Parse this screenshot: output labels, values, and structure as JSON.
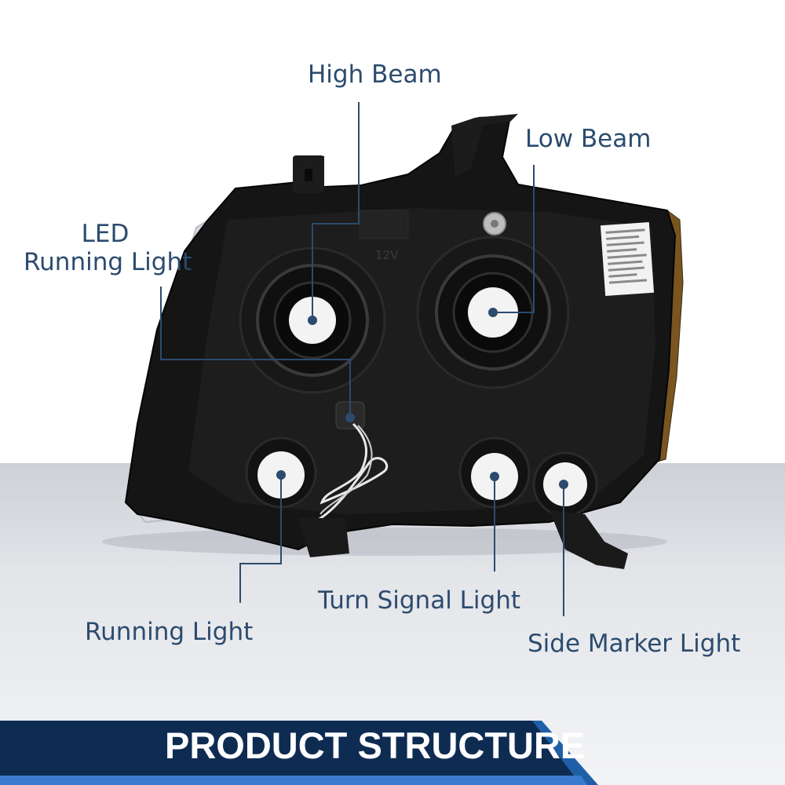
{
  "callouts": {
    "high_beam": "High Beam",
    "low_beam": "Low Beam",
    "led_running_light_line1": "LED",
    "led_running_light_line2": "Running Light",
    "running_light": "Running Light",
    "turn_signal_light": "Turn Signal Light",
    "side_marker_light": "Side Marker Light"
  },
  "housing_markings": {
    "voltage": "12V"
  },
  "banner": {
    "title": "PRODUCT STRUCTURE"
  },
  "colors": {
    "label_text": "#2c4b6e",
    "leader_line": "#2c4b6e",
    "banner_dark": "#0e2c52",
    "banner_stripe": "#1f5fa8",
    "banner_text": "#ffffff",
    "housing": "#151515"
  }
}
